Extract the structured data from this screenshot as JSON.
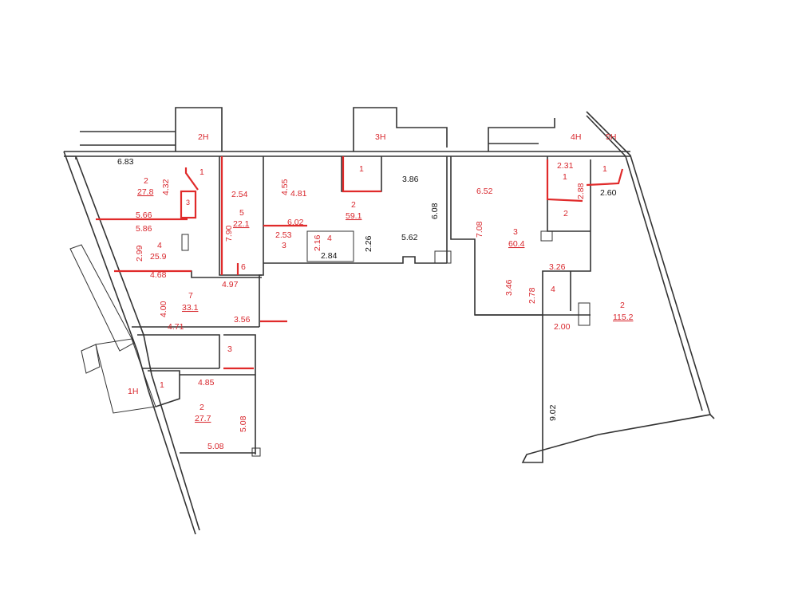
{
  "colors": {
    "accent_red": "#d8262c",
    "wall": "#333333",
    "dimension_black": "#111111"
  },
  "units": {
    "u1": "1Н",
    "u2": "2Н",
    "u3": "3Н",
    "u4": "4Н",
    "u5": "5Н"
  },
  "unit2": {
    "r1": "1",
    "r2_num": "2",
    "r2_area": "27.8",
    "r3": "3",
    "r4_num": "4",
    "r4_area": "25.9",
    "r5_num": "5",
    "r5_area": "22.1",
    "r6": "6",
    "r7_num": "7",
    "r7_area": "33.1",
    "dims": {
      "d683": "6.83",
      "d432": "4.32",
      "d566": "5.66",
      "d586": "5.86",
      "d299": "2.99",
      "d468": "4.68",
      "d497": "4.97",
      "d790": "7.90",
      "d254": "2.54",
      "d400": "4.00",
      "d471": "4.71",
      "d356": "3.56"
    }
  },
  "unit1": {
    "r1": "1",
    "r2_num": "2",
    "r2_area": "27.7",
    "r3": "3",
    "dims": {
      "d485": "4.85",
      "d508v": "5.08",
      "d508h": "5.08"
    }
  },
  "unit3": {
    "r1": "1",
    "r2_num": "2",
    "r2_area": "59.1",
    "r3": "3",
    "r4": "4",
    "dims": {
      "d455": "4.55",
      "d481": "4.81",
      "d386": "3.86",
      "d608": "6.08",
      "d602": "6.02",
      "d253": "2.53",
      "d216": "2.16",
      "d284": "2.84",
      "d226": "2.26",
      "d562": "5.62"
    }
  },
  "unit4": {
    "r1": "1",
    "r2": "2",
    "r3_num": "3",
    "r3_area": "60.4",
    "r4": "4",
    "dims": {
      "d231": "2.31",
      "d288": "2.88",
      "d652": "6.52",
      "d708": "7.08",
      "d326": "3.26",
      "d346": "3.46",
      "d278": "2.78",
      "d200": "2.00"
    }
  },
  "unit5": {
    "r1": "1",
    "r2_num": "2",
    "r2_area": "115.2",
    "dims": {
      "d260": "2.60",
      "d902": "9.02"
    }
  }
}
